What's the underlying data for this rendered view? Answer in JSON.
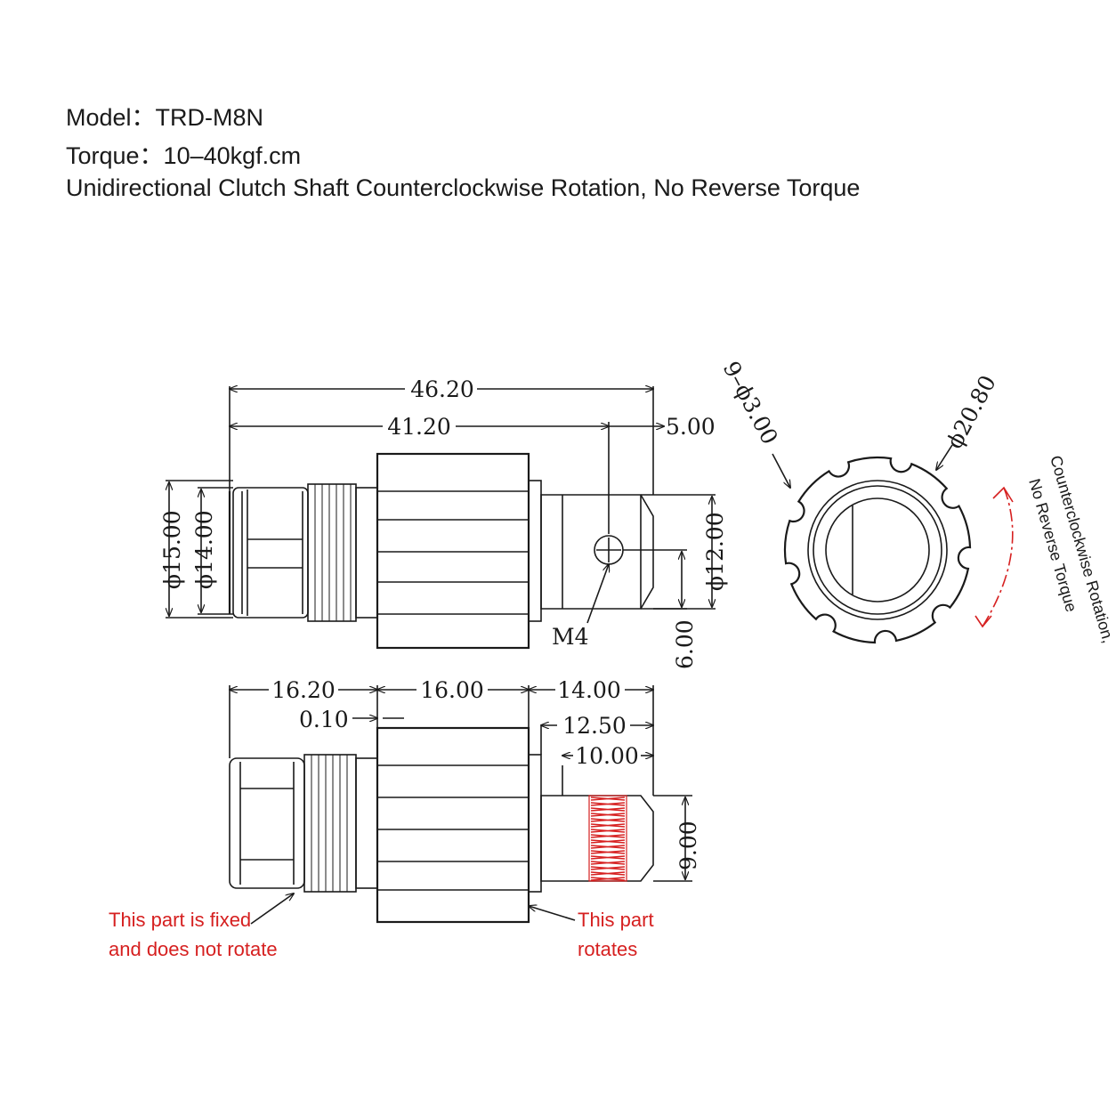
{
  "header": {
    "model": "Model：TRD-M8N",
    "torque": "Torque：10–40kgf.cm",
    "description": "Unidirectional Clutch Shaft Counterclockwise Rotation, No Reverse Torque"
  },
  "dimensions": {
    "overall_length": "46.20",
    "body_length": "41.20",
    "shaft_offset": "5.00",
    "diameter_15": "ϕ15.00",
    "diameter_14": "ϕ14.00",
    "diameter_12": "ϕ12.00",
    "height_6": "6.00",
    "thread": "M4",
    "holes": "9–ϕ3.00",
    "outer_diameter": "ϕ20.80",
    "length_16_20": "16.20",
    "length_16_00": "16.00",
    "length_14_00": "14.00",
    "gap_0_10": "0.10",
    "length_12_50": "12.50",
    "length_10_00": "10.00",
    "height_9": "9.00"
  },
  "annotations": {
    "fixed_line1": "This part is fixed",
    "fixed_line2": "and does not rotate",
    "rotates_line1": "This part",
    "rotates_line2": "rotates",
    "rotation_line1": "Counterclockwise Rotation,",
    "rotation_line2": "No Reverse Torque"
  },
  "colors": {
    "ink": "#1a1a1a",
    "annotation": "#d62020"
  }
}
